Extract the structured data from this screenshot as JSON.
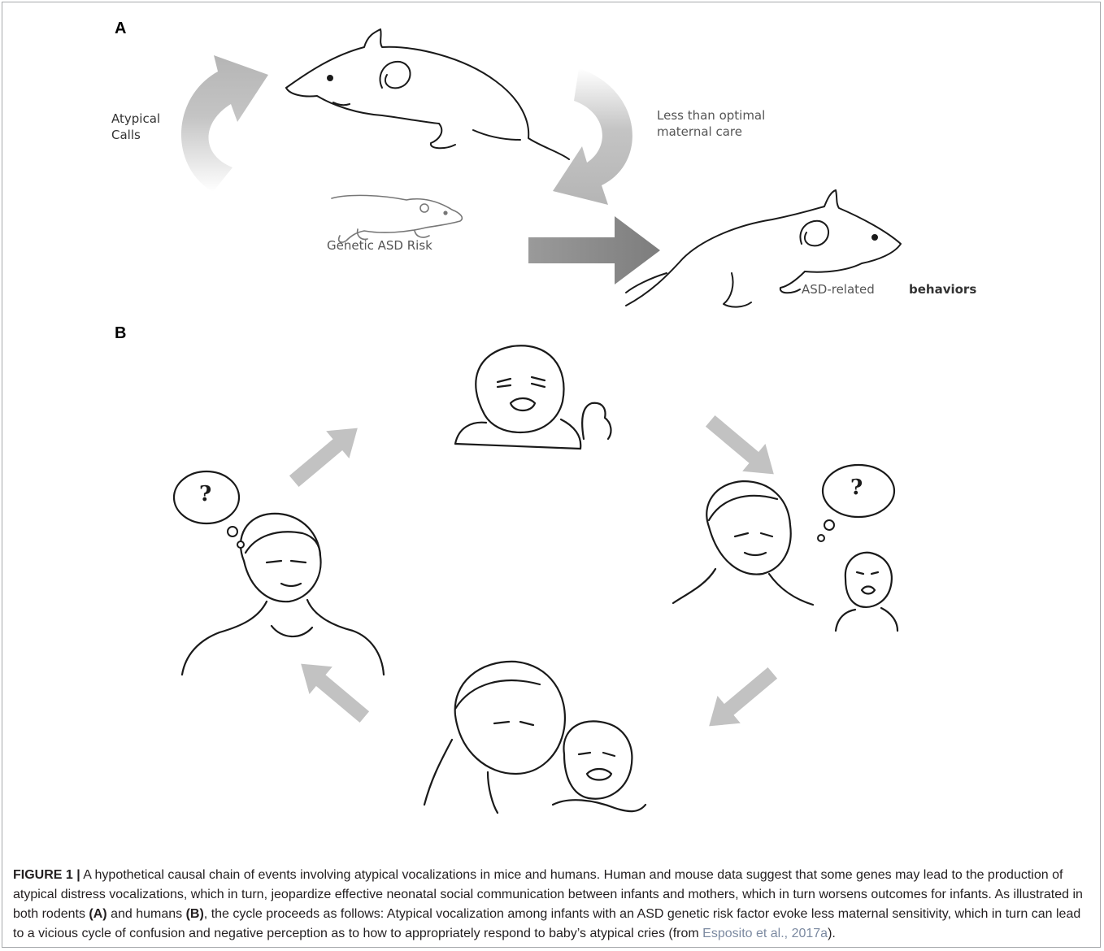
{
  "panels": {
    "a": {
      "label": "A",
      "texts": {
        "atypical_calls": "Atypical\nCalls",
        "less_than_optimal": "Less than optimal\nmaternal care",
        "genetic_risk": "Genetic ASD Risk",
        "asd_related": "ASD-related",
        "behaviors": "behaviors"
      }
    },
    "b": {
      "label": "B",
      "question_mark": "?"
    }
  },
  "caption": {
    "figure_label": "FIGURE 1 |",
    "text_1": " A hypothetical causal chain of events involving atypical vocalizations in mice and humans. Human and mouse data suggest that some genes may lead to the production of atypical distress vocalizations, which in turn, jeopardize effective neonatal social communication between infants and mothers, which in turn worsens outcomes for infants. As illustrated in both rodents ",
    "ref_a": "(A)",
    "text_2": " and humans ",
    "ref_b": "(B)",
    "text_3": ", the cycle proceeds as follows: Atypical vocalization among infants with an ASD genetic risk factor evoke less maternal sensitivity, which in turn can lead to a vicious cycle of confusion and negative perception as to how to appropriately respond to baby’s atypical cries (from ",
    "citation": "Esposito et al., 2017a",
    "text_4": ")."
  },
  "colors": {
    "arrow_light": "#c2c2c2",
    "arrow_dark": "#8a8a8a",
    "line_art": "#1a1a1a",
    "citation_link": "#7c8aa1"
  }
}
